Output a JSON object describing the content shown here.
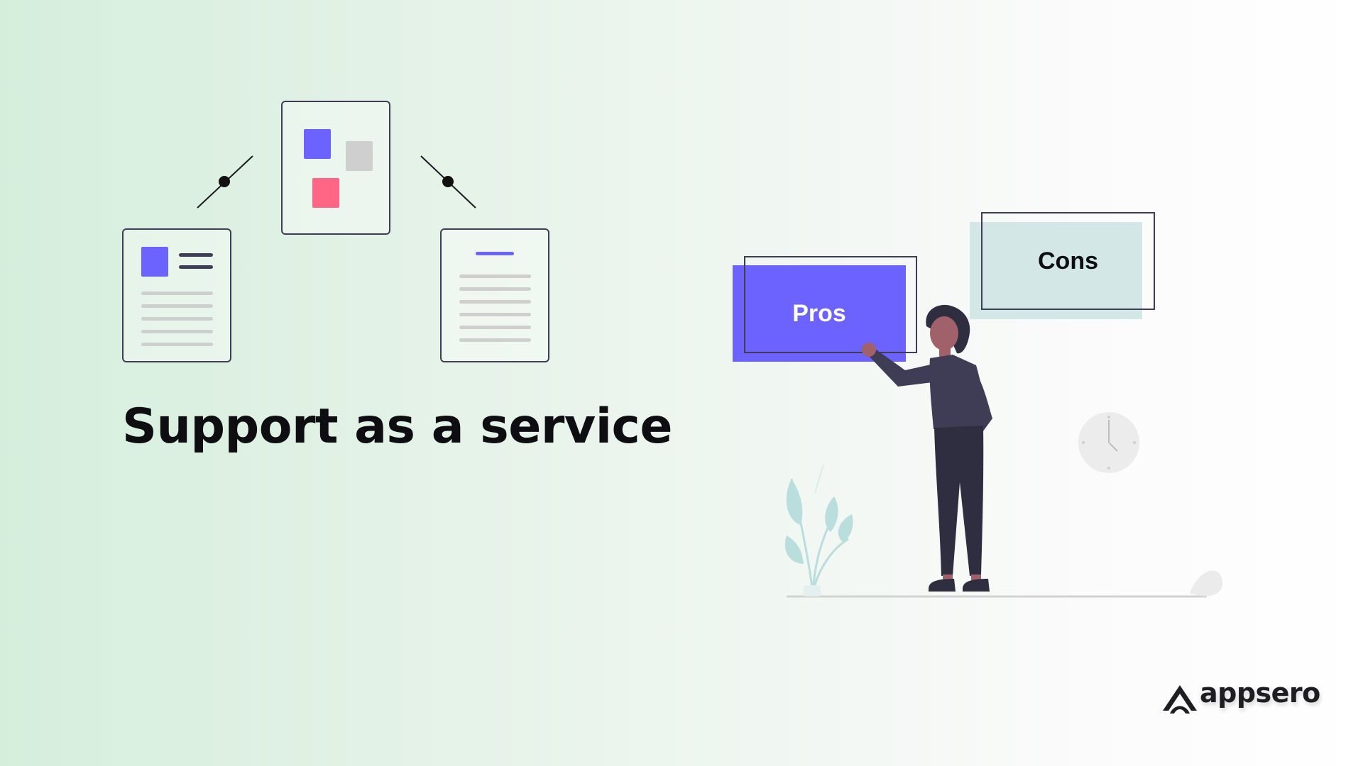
{
  "headline": "Support as a service",
  "pros_label": "Pros",
  "cons_label": "Cons",
  "brand": "appsero",
  "colors": {
    "accent": "#6c63ff",
    "pink": "#ff6584",
    "gray": "#cfcfcf",
    "dark": "#3f3d56",
    "teal": "#d3e7e7"
  },
  "icons": [
    "document-card-icon",
    "layout-card-icon",
    "text-card-icon",
    "clock-icon",
    "plant-icon",
    "person-illustration",
    "appsero-logo-icon"
  ]
}
